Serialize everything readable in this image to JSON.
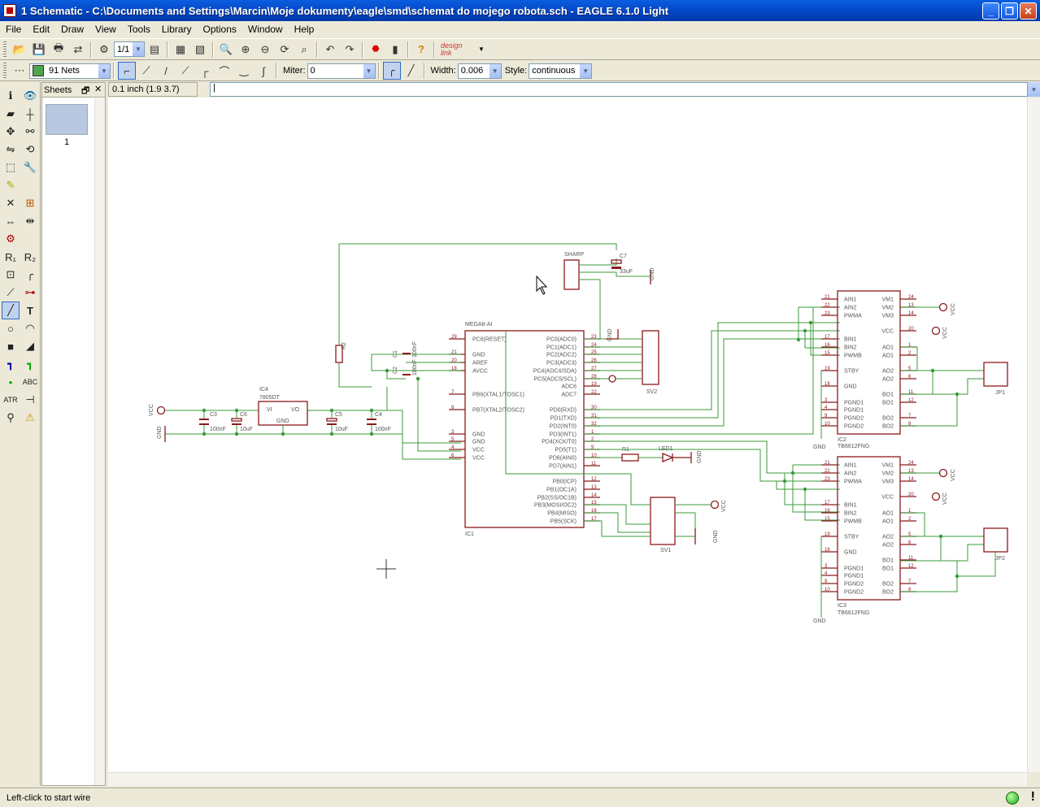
{
  "window": {
    "title": "1 Schematic - C:\\Documents and Settings\\Marcin\\Moje dokumenty\\eagle\\smd\\schemat do mojego robota.sch - EAGLE 6.1.0 Light"
  },
  "menu": [
    "File",
    "Edit",
    "Draw",
    "View",
    "Tools",
    "Library",
    "Options",
    "Window",
    "Help"
  ],
  "toolbar": {
    "sheet_select": "1/1",
    "designlink_label": "design link"
  },
  "toolbar2": {
    "layer": "91 Nets",
    "miter_label": "Miter:",
    "miter_value": "0",
    "width_label": "Width:",
    "width_value": "0.006",
    "style_label": "Style:",
    "style_value": "continuous"
  },
  "sheets_panel": {
    "title": "Sheets",
    "sheet_number": "1"
  },
  "coordinate": "0.1 inch (1.9 3.7)",
  "command_line": "|",
  "status": {
    "message": "Left-click to start wire"
  },
  "colors": {
    "wire": "#3a9a3a",
    "part": "#8b1a1a",
    "text": "#555555"
  },
  "schematic": {
    "labels": {
      "ic1_name": "MEGA8-AI",
      "ic1_ref": "IC1",
      "ic4_ref": "IC4",
      "ic4_name": "7805DT",
      "ic4_vi": "VI",
      "ic4_vo": "VO",
      "ic4_gnd": "GND",
      "ic2_ref": "IC2",
      "ic2_name": "TB6612FNG",
      "ic3_ref": "IC3",
      "ic3_name": "TB6612FNG",
      "sharp": "SHARP",
      "c7": "C7",
      "c7_val": "33uF",
      "sv1": "SV1",
      "sv2": "SV2",
      "jp1": "JP1",
      "jp2": "JP2",
      "c3": "C3",
      "c3_val": "100nF",
      "c5": "C5",
      "c5_val": "10uF",
      "c6": "C6",
      "c6_val": "10uF",
      "c4": "C4",
      "c4_val": "100nF",
      "c1": "C1",
      "c1_val": "100nF",
      "c2": "C2",
      "c2_val": "100nF",
      "r1": "R1",
      "r2": "R2",
      "led1": "LED1",
      "vcc": "VCC",
      "gnd": "GND"
    },
    "ic1_left_pins": [
      "PC6(RESET)",
      "GND",
      "AREF",
      "AVCC",
      "PB6(XTAL1/TOSC1)",
      "PB7(XTAL2/TOSC2)",
      "GND",
      "GND",
      "VCC",
      "VCC"
    ],
    "ic1_left_nums": [
      "29",
      "21",
      "20",
      "18",
      "7",
      "8",
      "3",
      "5",
      "4",
      "6"
    ],
    "ic1_right_pins": [
      "PC0(ADC0)",
      "PC1(ADC1)",
      "PC2(ADC2)",
      "PC3(ADC3)",
      "PC4(ADC4/SDA)",
      "PC5(ADC5/SCL)",
      "ADC6",
      "ADC7",
      "PD0(RXD)",
      "PD1(TXD)",
      "PD2(INT0)",
      "PD3(INT1)",
      "PD4(XCK/T0)",
      "PD5(T1)",
      "PD6(AIN0)",
      "PD7(AIN1)",
      "PB0(ICP)",
      "PB1(OC1A)",
      "PB2(SS/OC1B)",
      "PB3(MOSI/OC2)",
      "PB4(MISO)",
      "PB5(SCK)"
    ],
    "ic1_right_nums": [
      "23",
      "24",
      "25",
      "26",
      "27",
      "28",
      "19",
      "22",
      "30",
      "31",
      "32",
      "1",
      "2",
      "9",
      "10",
      "11",
      "12",
      "13",
      "14",
      "15",
      "16",
      "17"
    ],
    "tb_left_pins": [
      "AIN1",
      "AIN2",
      "PWMA",
      "BIN1",
      "BIN2",
      "PWMB",
      "STBY",
      "GND",
      "PGND1",
      "PGND1",
      "PGND2",
      "PGND2"
    ],
    "tb_left_nums": [
      "21",
      "22",
      "23",
      "17",
      "16",
      "15",
      "19",
      "18",
      "3",
      "4",
      "9",
      "10"
    ],
    "tb_right_pins": [
      "VM1",
      "VM2",
      "VM3",
      "VCC",
      "AO1",
      "AO1",
      "AO2",
      "AO2",
      "BO1",
      "BO1",
      "BO2",
      "BO2"
    ],
    "tb_right_nums": [
      "24",
      "13",
      "14",
      "20",
      "1",
      "2",
      "5",
      "6",
      "11",
      "12",
      "7",
      "8"
    ]
  }
}
